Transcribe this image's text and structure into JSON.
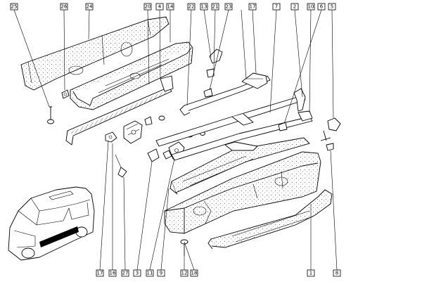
{
  "diagram": {
    "top_labels": [
      "25",
      "26",
      "24",
      "20",
      "4",
      "14",
      "22",
      "13",
      "21",
      "23",
      "17",
      "7",
      "2",
      "10",
      "6",
      "5"
    ],
    "bottom_labels": [
      "17",
      "16",
      "27",
      "3",
      "11",
      "9",
      "12",
      "18",
      "1",
      "8"
    ]
  }
}
